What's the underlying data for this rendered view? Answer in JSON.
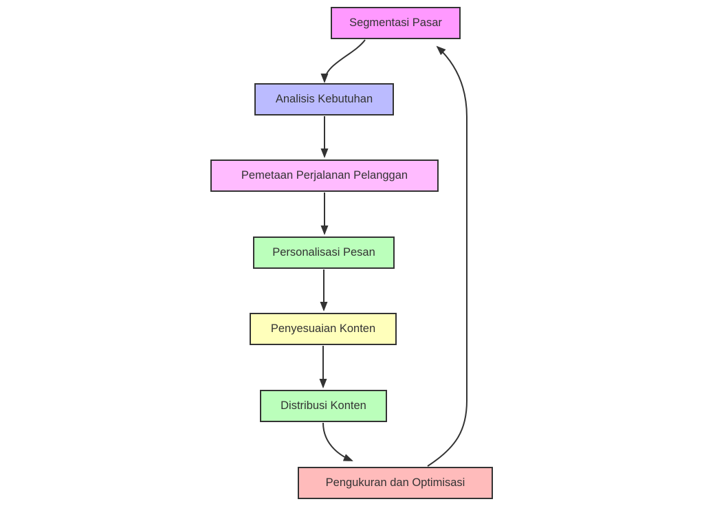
{
  "diagram": {
    "type": "flowchart",
    "direction": "top-down",
    "background_color": "#ffffff",
    "stroke_color": "#333333",
    "text_color": "#333333",
    "nodes": [
      {
        "id": "A",
        "label": "Segmentasi Pasar",
        "fill": "#ff99ff"
      },
      {
        "id": "B",
        "label": "Analisis Kebutuhan",
        "fill": "#bbbbff"
      },
      {
        "id": "C",
        "label": "Pemetaan Perjalanan Pelanggan",
        "fill": "#ffbbff"
      },
      {
        "id": "D",
        "label": "Personalisasi Pesan",
        "fill": "#bbffbb"
      },
      {
        "id": "E",
        "label": "Penyesuaian Konten",
        "fill": "#ffffbb"
      },
      {
        "id": "F",
        "label": "Distribusi Konten",
        "fill": "#bbffbb"
      },
      {
        "id": "G",
        "label": "Pengukuran dan Optimisasi",
        "fill": "#ffbbbb"
      }
    ],
    "edges": [
      {
        "from": "Segmentasi Pasar",
        "to": "Analisis Kebutuhan"
      },
      {
        "from": "Analisis Kebutuhan",
        "to": "Pemetaan Perjalanan Pelanggan"
      },
      {
        "from": "Pemetaan Perjalanan Pelanggan",
        "to": "Personalisasi Pesan"
      },
      {
        "from": "Personalisasi Pesan",
        "to": "Penyesuaian Konten"
      },
      {
        "from": "Penyesuaian Konten",
        "to": "Distribusi Konten"
      },
      {
        "from": "Distribusi Konten",
        "to": "Pengukuran dan Optimisasi"
      },
      {
        "from": "Pengukuran dan Optimisasi",
        "to": "Segmentasi Pasar"
      }
    ]
  }
}
